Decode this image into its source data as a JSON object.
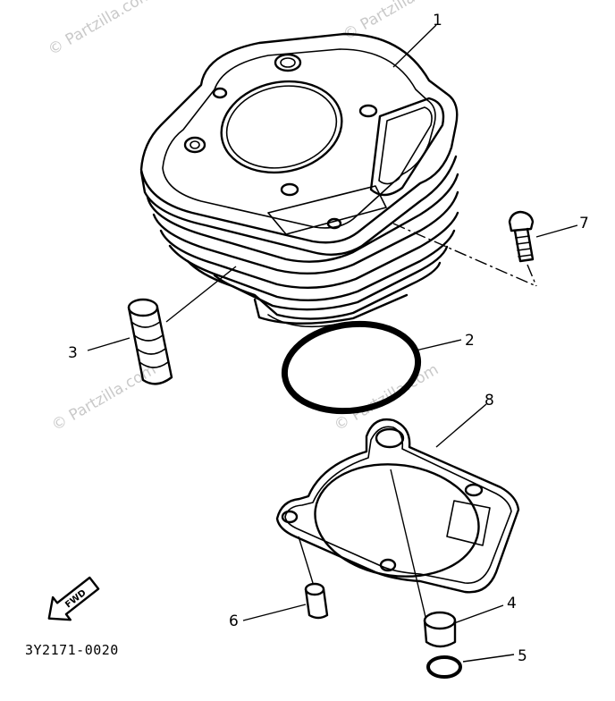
{
  "watermark": "© Partzilla.com",
  "diagram_code": "3Y2171-0020",
  "forward_label": "FWD",
  "callouts": [
    {
      "number": "1",
      "part": "cylinder"
    },
    {
      "number": "2",
      "part": "o-ring-large"
    },
    {
      "number": "3",
      "part": "dowel-pin-fuel"
    },
    {
      "number": "4",
      "part": "dowel-pin-lower"
    },
    {
      "number": "5",
      "part": "o-ring-small"
    },
    {
      "number": "6",
      "part": "dowel-pin"
    },
    {
      "number": "7",
      "part": "bolt"
    },
    {
      "number": "8",
      "part": "base-gasket"
    }
  ]
}
